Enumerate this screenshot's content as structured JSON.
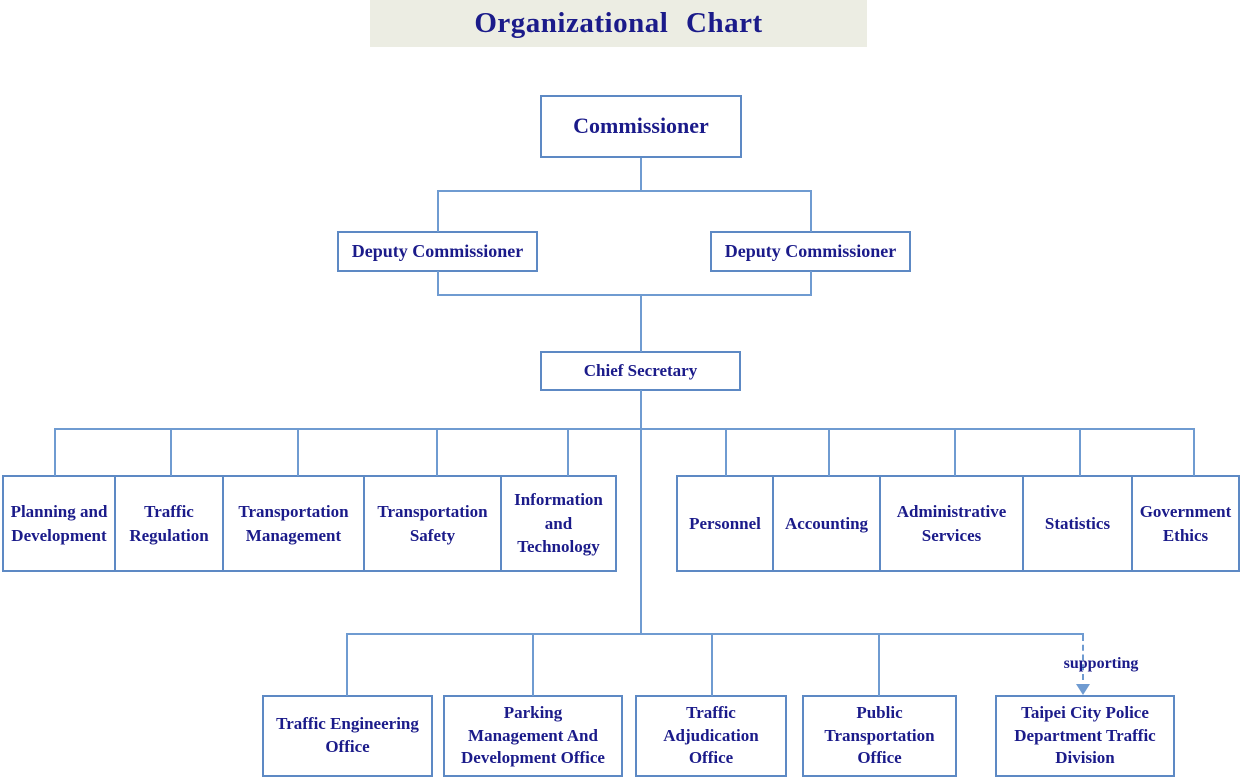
{
  "title": "Organizational Chart",
  "supporting_label": "supporting",
  "palette": {
    "box_border": "#5d89c4",
    "connector_line": "#6f9bd1",
    "text": "#1b1b8a",
    "title_background": "#ecede3",
    "box_background": "#ffffff"
  },
  "nodes": {
    "commissioner": "Commissioner",
    "deputy_commissioner_left": "Deputy Commissioner",
    "deputy_commissioner_right": "Deputy Commissioner",
    "chief_secretary": "Chief Secretary"
  },
  "divisions": [
    "Planning and\nDevelopment",
    "Traffic\nRegulation",
    "Transportation\nManagement",
    "Transportation\nSafety",
    "Information\nand\nTechnology",
    "Personnel",
    "Accounting",
    "Administrative\nServices",
    "Statistics",
    "Government\nEthics"
  ],
  "offices": [
    "Traffic Engineering\nOffice",
    "Parking\nManagement And\nDevelopment Office",
    "Traffic\nAdjudication\nOffice",
    "Public\nTransportation\nOffice",
    "Taipei City Police\nDepartment Traffic\nDivision"
  ]
}
